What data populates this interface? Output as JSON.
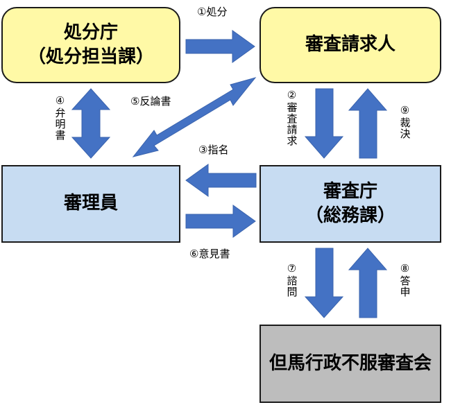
{
  "boxes": {
    "shobun_cho": {
      "line1": "処分庁",
      "line2": "（処分担当課）"
    },
    "shinsa_seikyunin": {
      "line1": "審査請求人"
    },
    "shinriin": {
      "line1": "審理員"
    },
    "shinsa_cho": {
      "line1": "審査庁",
      "line2": "（総務課）"
    },
    "shinsakai": {
      "line1": "但馬行政不服審査会"
    }
  },
  "arrow_labels": {
    "a1": "①処分",
    "a2": "②審査請求",
    "a3": "③指名",
    "a4": "④弁明書",
    "a5": "⑤反論書",
    "a6": "⑥意見書",
    "a7": "⑦諮問",
    "a8": "⑧答申",
    "a9": "⑨裁決"
  },
  "colors": {
    "arrow": "#4472c4",
    "arrow_stroke": "#3a63ad",
    "yellow_box": "#fff9a6",
    "blue_box": "#c7dcf2",
    "gray_box": "#bdbdbd"
  }
}
